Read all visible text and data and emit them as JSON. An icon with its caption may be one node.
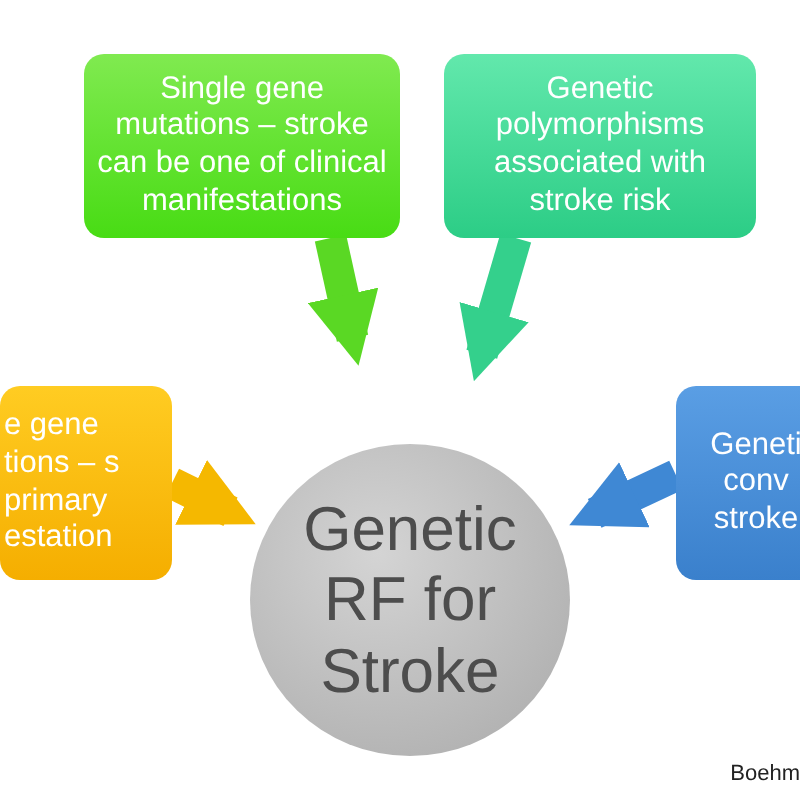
{
  "diagram": {
    "nodes": [
      {
        "text": [
          "Single gene mutations – stroke can be one of clinical manifestations"
        ]
      },
      {
        "text": [
          "Genetic polymorphisms associated with stroke risk"
        ]
      },
      {
        "text": [
          "e gene tions – s primary estation"
        ]
      },
      {
        "text": [
          "Genetic RF for Stroke"
        ]
      },
      {
        "text": [
          "Geneti conv stroke"
        ]
      }
    ],
    "edges": [
      {
        "from": 0,
        "to": 3,
        "arrow": "to",
        "color": "#5ad824"
      },
      {
        "from": 1,
        "to": 3,
        "arrow": "to",
        "color": "#34d08c"
      },
      {
        "from": 2,
        "to": 3,
        "arrow": "to",
        "color": "#f5b800"
      },
      {
        "from": 4,
        "to": 3,
        "arrow": "to",
        "color": "#3f88d4"
      }
    ],
    "labels": [
      "Boehm"
    ]
  }
}
